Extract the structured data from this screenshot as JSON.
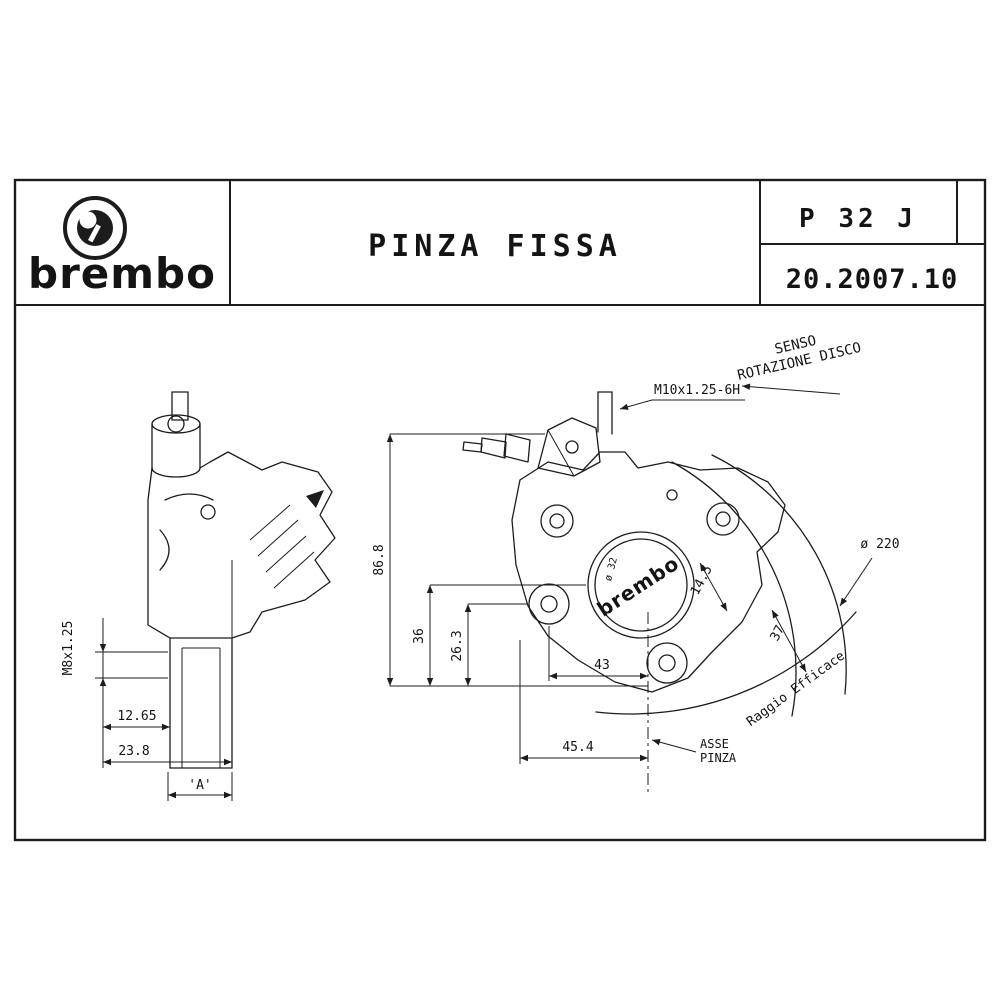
{
  "title_block": {
    "logo": "brembo",
    "title": "PINZA FISSA",
    "code": "P 32 J",
    "number": "20.2007.10"
  },
  "side_view": {
    "thread": "M8x1.25",
    "dim_offset": "12.65",
    "dim_width": "23.8",
    "dim_a": "'A'"
  },
  "front_view": {
    "logo": "brembo",
    "bore": "ø 32",
    "dim_height": "86.8",
    "dim_center": "36",
    "dim_pin": "26.3",
    "dim_pitch": "43",
    "dim_base": "45.4",
    "dim_pad_depth": "14.5",
    "dim_pad_height": "37",
    "disc_diameter": "ø 220",
    "thread": "M10x1.25-6H",
    "rotation_note_line1": "SENSO",
    "rotation_note_line2": "ROTAZIONE DISCO",
    "effective_radius": "Raggio Efficace",
    "axis_line1": "ASSE",
    "axis_line2": "PINZA"
  }
}
